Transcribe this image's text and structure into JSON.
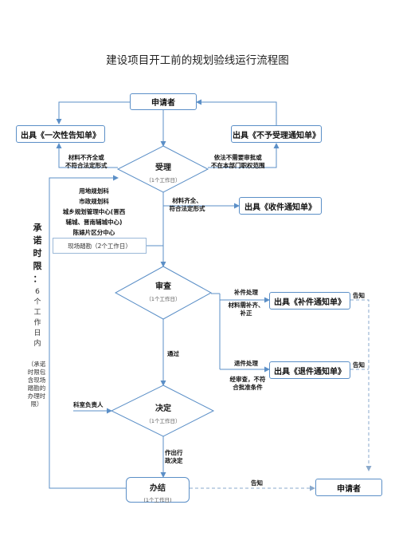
{
  "title": "建设项目开工前的规划验线运行流程图",
  "nodes": {
    "applicant_top": "申请者",
    "notice_once": "出具《一次性告知单》",
    "notice_reject": "出具《不予受理通知单》",
    "accept": {
      "main": "受理",
      "sub": "（1个工作日）"
    },
    "receipt": "出具《收件通知单》",
    "review": {
      "main": "审查",
      "sub": "（1个工作日）"
    },
    "supplement": "出具《补件通知单》",
    "return": "出具《退件通知单》",
    "decide": {
      "main": "决定",
      "sub": "（1个工作日）"
    },
    "complete": {
      "main": "办结",
      "sub": "(1个工作日)"
    },
    "applicant_end": "申请者"
  },
  "labels": {
    "incomplete": [
      "材料不齐全或",
      "不符合法定形式"
    ],
    "not_approvable": [
      "依法不需要审批或",
      "不在本部门职权范围"
    ],
    "complete_material": [
      "材料齐全、",
      "符合法定形式"
    ],
    "departments": [
      "用地规划科",
      "市政规划科",
      "城乡规划管理中心(晋西",
      "辅城、晋南辅城中心)",
      "陈婊片区分中心"
    ],
    "site_survey": "现场踏勘（2个工作日）",
    "supplement_handle": "补件处理",
    "needs_fix": [
      "材料需补齐、",
      "补正"
    ],
    "inform1": "告知",
    "passed": "通过",
    "return_handle": "退件处理",
    "not_meet": [
      "经审查，不符",
      "合批准条件"
    ],
    "inform2": "告知",
    "section_head": "科室负责人",
    "make_decision": [
      "作出行",
      "政决定"
    ],
    "inform3": "告知"
  },
  "side": {
    "promise_chars": [
      "承",
      "诺",
      "时",
      "限",
      "："
    ],
    "days_chars": [
      "6",
      "个",
      "工",
      "作",
      "日",
      "内"
    ],
    "note_lines": [
      "（承诺",
      "时限包",
      "含现场",
      "踏勘的",
      "办理时",
      "限）"
    ]
  },
  "colors": {
    "line": "#5b8fc7",
    "dashed": "#8aa9cc",
    "box_border": "#5b8fc7"
  }
}
